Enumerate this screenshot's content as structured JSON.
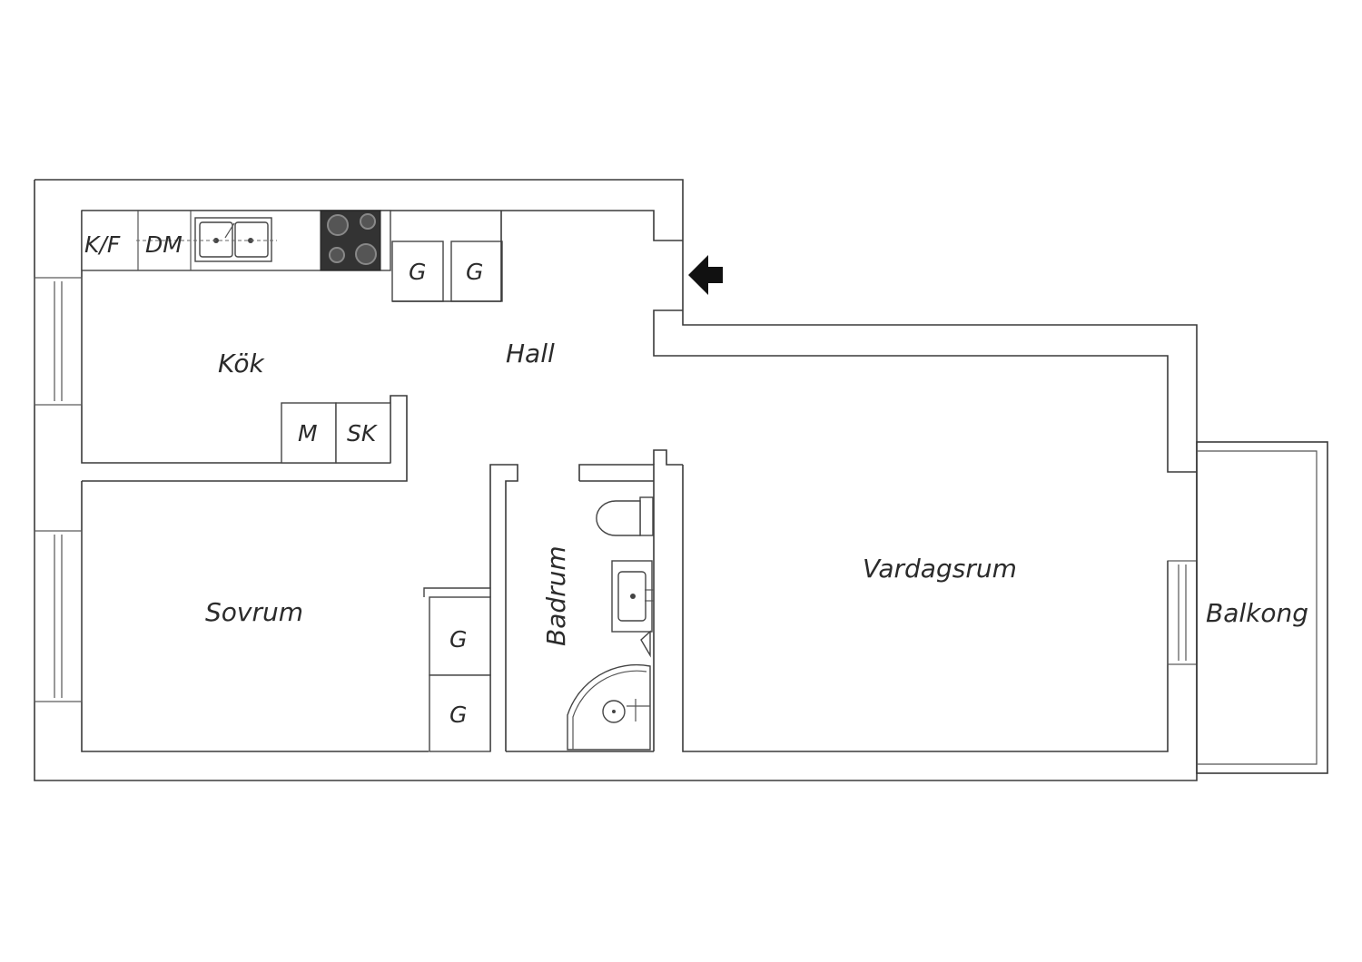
{
  "rooms": {
    "kitchen": "Kök",
    "hall": "Hall",
    "bedroom": "Sovrum",
    "bathroom": "Badrum",
    "living": "Vardagsrum",
    "balcony": "Balkong"
  },
  "fixtures": {
    "fridge_freezer": "K/F",
    "dishwasher": "DM",
    "microwave": "M",
    "cabinet": "SK",
    "wardrobe": "G"
  },
  "icons": [
    "entrance-arrow-icon",
    "stove-icon",
    "sink-icon",
    "toilet-icon",
    "washbasin-icon",
    "shower-icon"
  ],
  "colors": {
    "walls": "#3a3a3a",
    "stove": "#333333",
    "background": "#ffffff"
  }
}
